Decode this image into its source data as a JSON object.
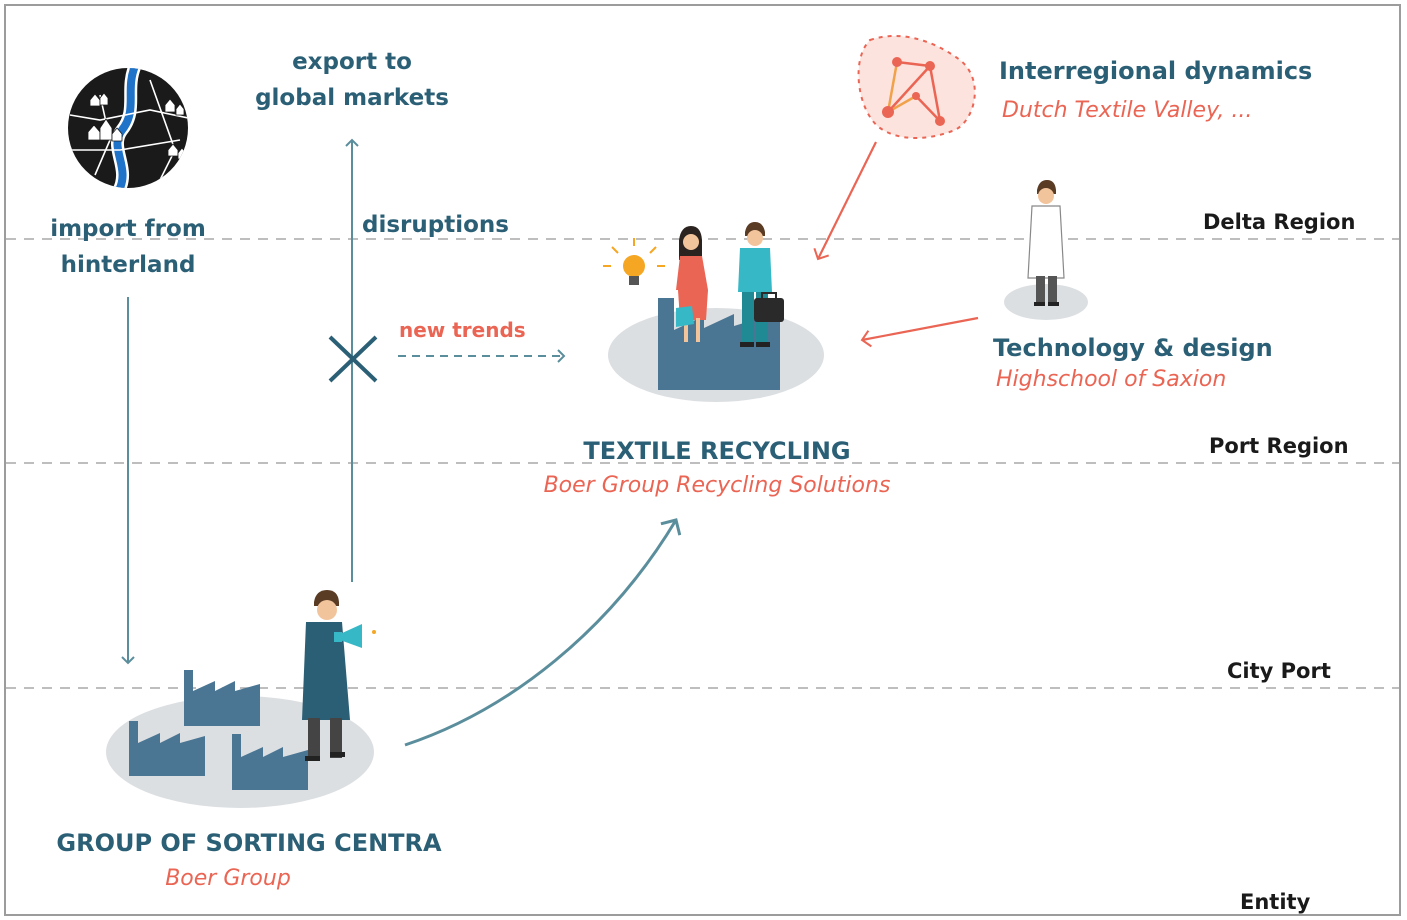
{
  "colors": {
    "teal": "#2b5f75",
    "red": "#ea6554",
    "arrow": "#5b8e9c",
    "factory": "#4a7593",
    "platform": "#dcdfe2",
    "dash": "#a9a9a9"
  },
  "levels": [
    "Delta Region",
    "Port Region",
    "City Port",
    "Entity"
  ],
  "labels": {
    "export": "export to\nglobal markets",
    "import": "import from\nhinterland",
    "disruptions": "disruptions",
    "new_trends": "new trends",
    "interregional_title": "Interregional dynamics",
    "interregional_sub": "Dutch Textile Valley, ...",
    "tech_title": "Technology & design",
    "tech_sub": "Highschool of Saxion",
    "recycling_title": "TEXTILE RECYCLING",
    "recycling_sub": "Boer Group Recycling Solutions",
    "sorting_title": "GROUP OF SORTING CENTRA",
    "sorting_sub": "Boer Group"
  },
  "icons": [
    "hinterland-map-icon",
    "network-icon",
    "cross-icon",
    "lightbulb-icon",
    "factory-icon",
    "person-icon",
    "megaphone-icon",
    "briefcase-icon"
  ]
}
